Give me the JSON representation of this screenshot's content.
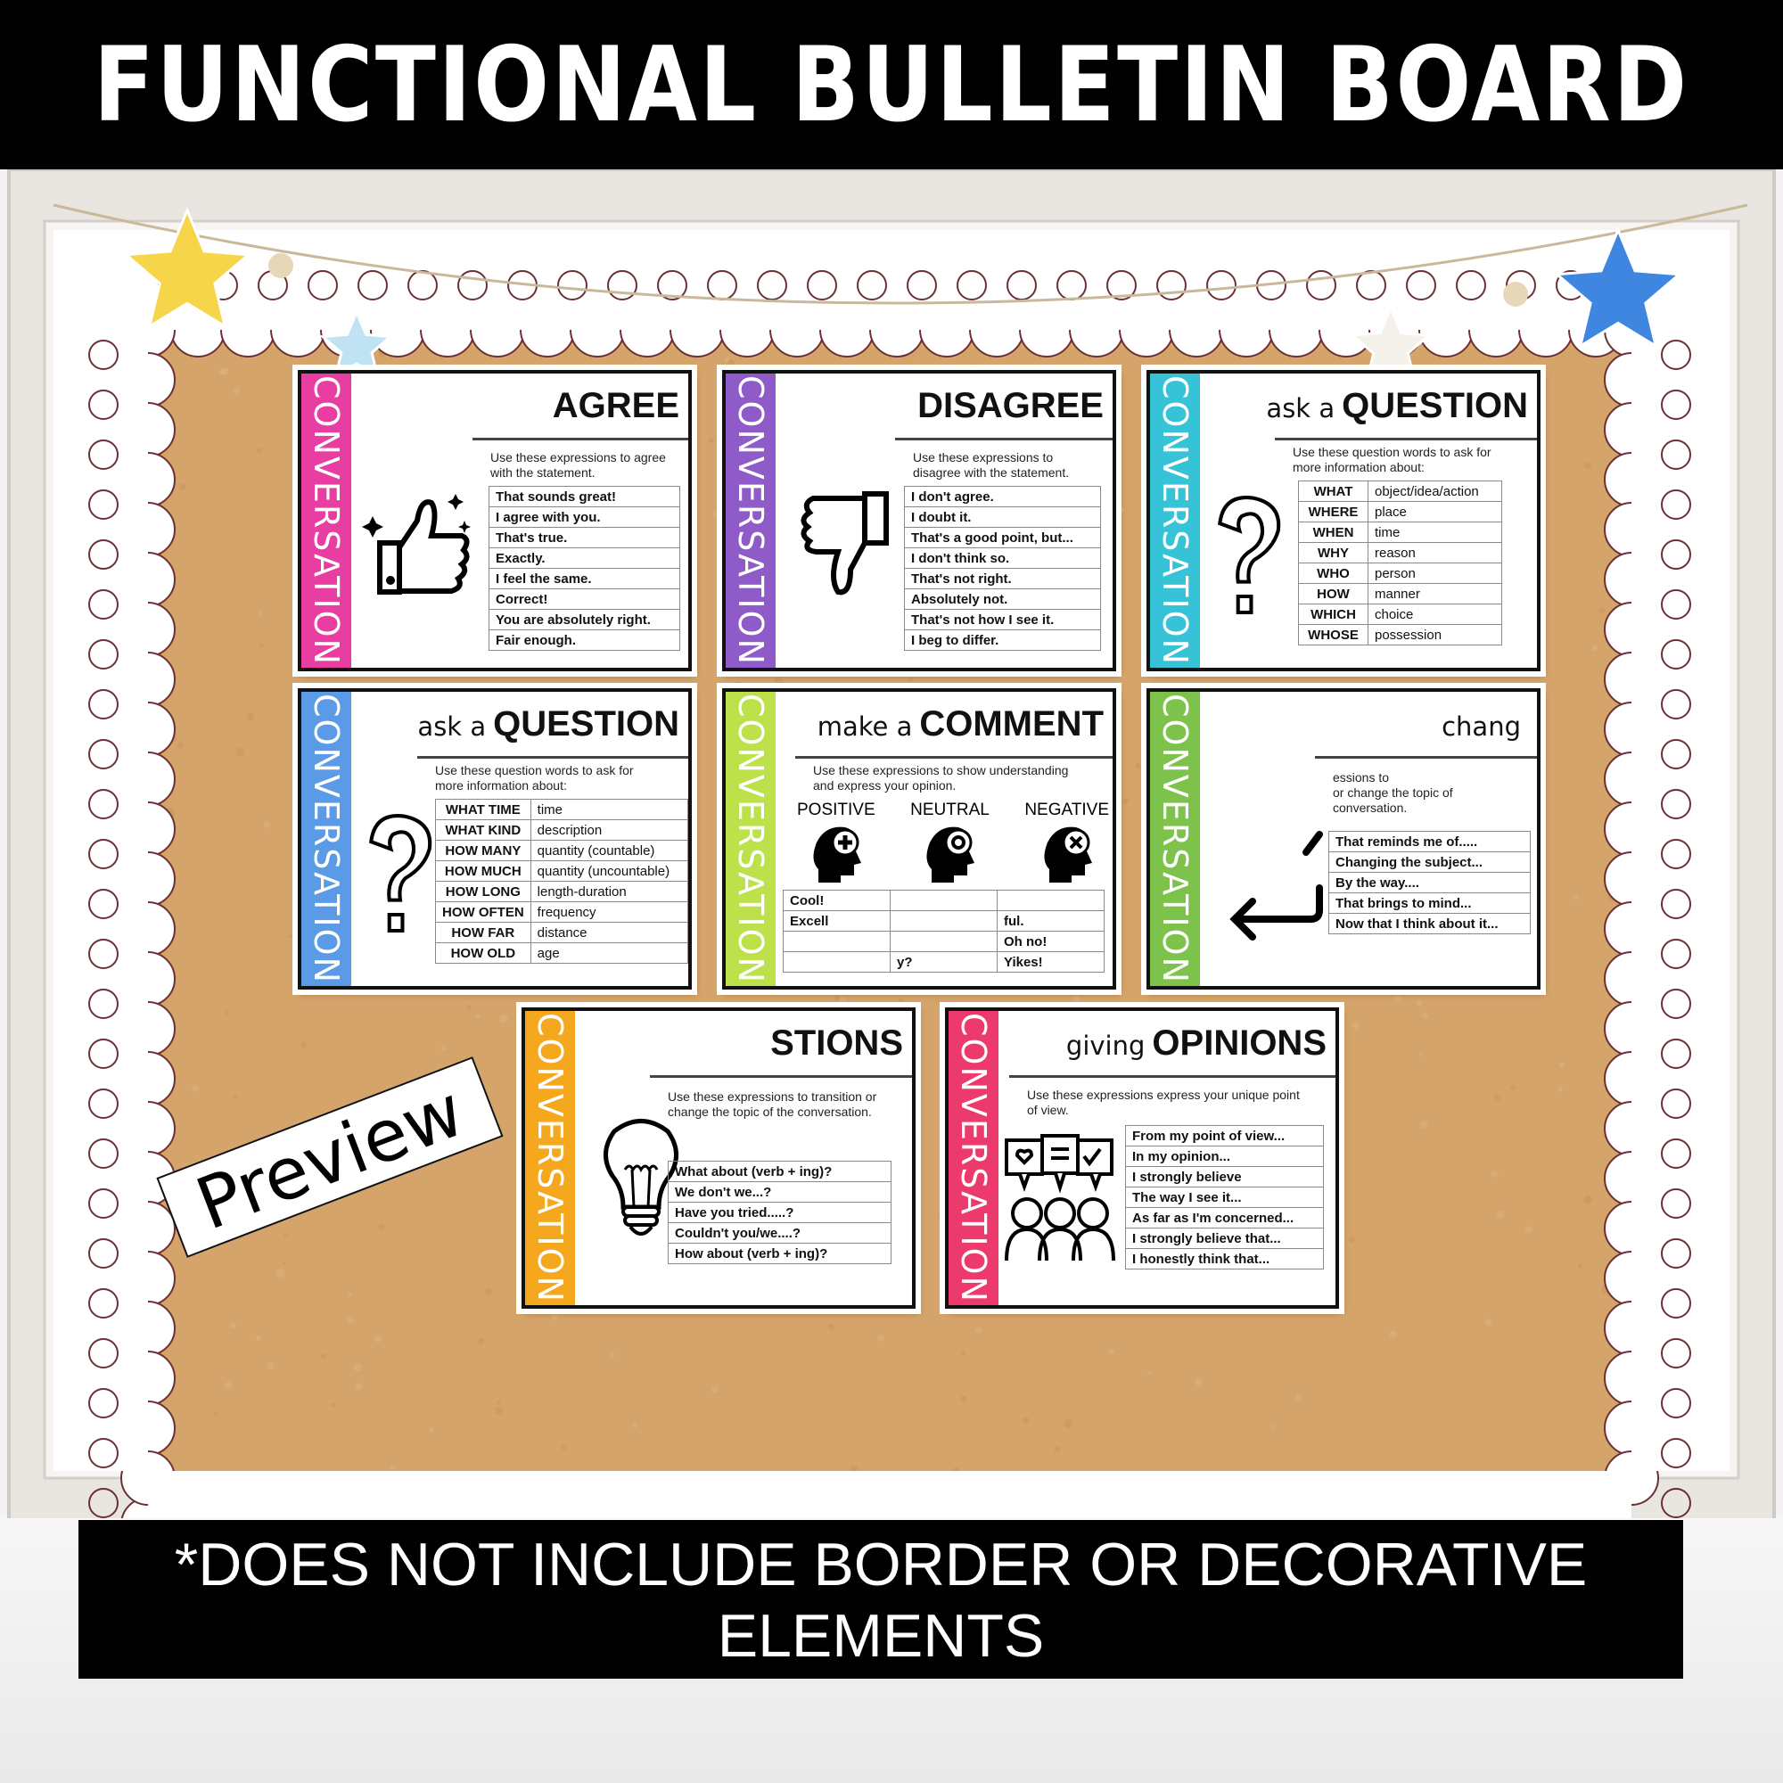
{
  "header": {
    "title": "FUNCTIONAL BULLETIN BOARD"
  },
  "footer": {
    "line1": "*DOES NOT INCLUDE BORDER OR DECORATIVE",
    "line2": "ELEMENTS"
  },
  "watermark": {
    "label": "Preview"
  },
  "cards": [
    {
      "stripe_label": "CONVERSATION",
      "color": "#e83ea1",
      "title_light": "",
      "title_bold": "AGREE",
      "icon": "thumbs-up-icon",
      "description": "Use these expressions to agree\nwith the statement.",
      "rows": [
        [
          "That sounds great!"
        ],
        [
          "I agree with you."
        ],
        [
          "That's true."
        ],
        [
          "Exactly."
        ],
        [
          "I feel the same."
        ],
        [
          "Correct!"
        ],
        [
          "You are absolutely right."
        ],
        [
          "Fair enough."
        ]
      ]
    },
    {
      "stripe_label": "CONVERSATION",
      "color": "#8f5bc9",
      "title_light": "",
      "title_bold": "DISAGREE",
      "icon": "thumbs-down-icon",
      "description": "Use these expressions to\ndisagree with the statement.",
      "rows": [
        [
          "I don't agree."
        ],
        [
          "I doubt it."
        ],
        [
          "That's a good point, but..."
        ],
        [
          "I don't think so."
        ],
        [
          "That's not right."
        ],
        [
          "Absolutely not."
        ],
        [
          "That's not how I see it."
        ],
        [
          "I beg to differ."
        ]
      ]
    },
    {
      "stripe_label": "CONVERSATION",
      "color": "#36c3d7",
      "title_light": "ask a",
      "title_bold": "QUESTION",
      "icon": "question-mark-icon",
      "description": "Use these question words to ask for\nmore information about:",
      "rows": [
        [
          "WHAT",
          "object/idea/action"
        ],
        [
          "WHERE",
          "place"
        ],
        [
          "WHEN",
          "time"
        ],
        [
          "WHY",
          "reason"
        ],
        [
          "WHO",
          "person"
        ],
        [
          "HOW",
          "manner"
        ],
        [
          "WHICH",
          "choice"
        ],
        [
          "WHOSE",
          "possession"
        ]
      ]
    },
    {
      "stripe_label": "CONVERSATION",
      "color": "#5b9ae6",
      "title_light": "ask a",
      "title_bold": "QUESTION",
      "icon": "question-mark-icon",
      "description": "Use these question words to ask for\nmore information about:",
      "rows": [
        [
          "WHAT TIME",
          "time"
        ],
        [
          "WHAT KIND",
          "description"
        ],
        [
          "HOW MANY",
          "quantity (countable)"
        ],
        [
          "HOW MUCH",
          "quantity (uncountable)"
        ],
        [
          "HOW LONG",
          "length-duration"
        ],
        [
          "HOW OFTEN",
          "frequency"
        ],
        [
          "HOW FAR",
          "distance"
        ],
        [
          "HOW OLD",
          "age"
        ]
      ]
    },
    {
      "stripe_label": "CONVERSATION",
      "color": "#bde14a",
      "title_light": "make a",
      "title_bold": "COMMENT",
      "icon": "head-icons",
      "description": "Use these expressions to show understanding\nand express your opinion.",
      "headers": [
        "POSITIVE",
        "NEUTRAL",
        "NEGATIVE"
      ],
      "rows": [
        [
          "Cool!",
          "",
          ""
        ],
        [
          "Excell",
          "",
          "ful."
        ],
        [
          "",
          "",
          "Oh no!"
        ],
        [
          "",
          "y?",
          "Yikes!"
        ]
      ]
    },
    {
      "stripe_label": "CONVERSATION",
      "color": "#7dc24b",
      "title_light": "chang",
      "title_bold": "",
      "icon": "return-arrow-icon",
      "description": "essions to\nor change the topic of\nconversation.",
      "rows": [
        [
          "That reminds me of....."
        ],
        [
          "Changing the subject..."
        ],
        [
          "By the way...."
        ],
        [
          "That brings to mind..."
        ],
        [
          "Now that I think about it..."
        ]
      ]
    },
    {
      "stripe_label": "CONVERSATION",
      "color": "#f5a71e",
      "title_light": "",
      "title_bold": "STIONS",
      "icon": "lightbulb-icon",
      "description": "Use these expressions to transition or\nchange the topic of the conversation.",
      "rows": [
        [
          "What about (verb + ing)?"
        ],
        [
          "We don't we...?"
        ],
        [
          "Have you tried.....?"
        ],
        [
          "Couldn't you/we....?"
        ],
        [
          "How about (verb + ing)?"
        ]
      ]
    },
    {
      "stripe_label": "CONVERSATION",
      "color": "#ec3a6c",
      "title_light": "giving",
      "title_bold": "OPINIONS",
      "icon": "opinions-icon",
      "description": "Use these expressions express your unique point\nof view.",
      "rows": [
        [
          "From my point of view..."
        ],
        [
          "In my opinion..."
        ],
        [
          "I strongly believe"
        ],
        [
          "The way I see it..."
        ],
        [
          "As far as I'm concerned..."
        ],
        [
          "I strongly believe that..."
        ],
        [
          "I honestly think that..."
        ]
      ]
    }
  ]
}
